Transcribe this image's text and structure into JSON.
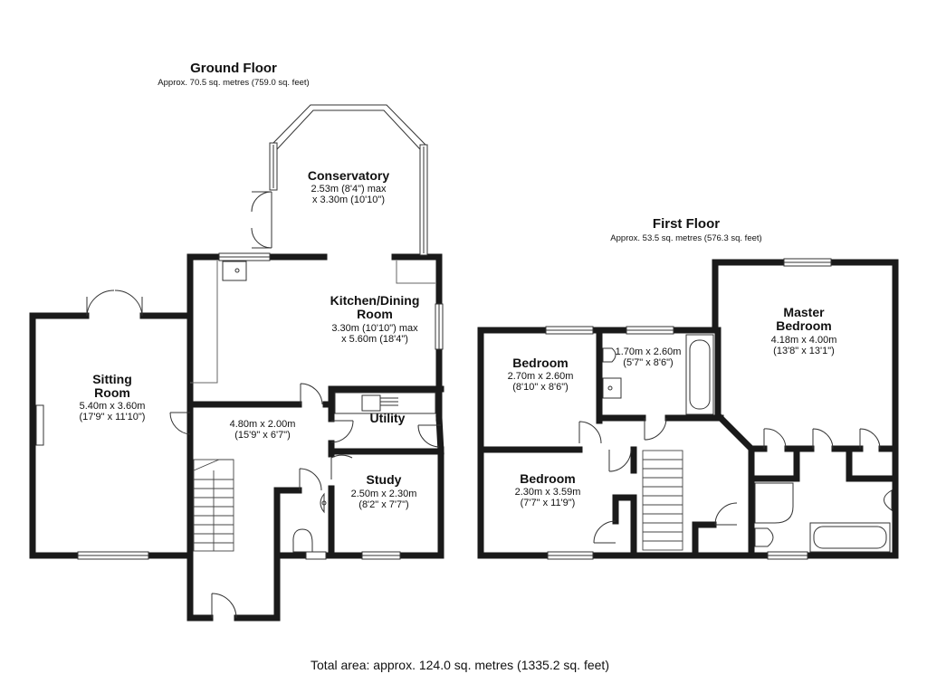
{
  "ground_floor": {
    "title": "Ground Floor",
    "area": "Approx. 70.5 sq. metres (759.0 sq. feet)",
    "rooms": {
      "conservatory": {
        "name": "Conservatory",
        "dims": [
          "2.53m (8'4\") max",
          "x 3.30m (10'10\")"
        ]
      },
      "kitchen": {
        "name": [
          "Kitchen/Dining",
          "Room"
        ],
        "dims": [
          "3.30m (10'10\") max",
          "x 5.60m (18'4\")"
        ]
      },
      "sitting": {
        "name": [
          "Sitting",
          "Room"
        ],
        "dims": [
          "5.40m x 3.60m",
          "(17'9\" x 11'10\")"
        ]
      },
      "hall": {
        "dims": [
          "4.80m x 2.00m",
          "(15'9\" x 6'7\")"
        ]
      },
      "utility": {
        "name": "Utility"
      },
      "study": {
        "name": "Study",
        "dims": [
          "2.50m x 2.30m",
          "(8'2\" x 7'7\")"
        ]
      }
    }
  },
  "first_floor": {
    "title": "First Floor",
    "area": "Approx. 53.5 sq. metres (576.3 sq. feet)",
    "rooms": {
      "bedroom2": {
        "name": "Bedroom",
        "dims": [
          "2.70m x 2.60m",
          "(8'10\" x 8'6\")"
        ]
      },
      "bathroom": {
        "dims": [
          "1.70m x 2.60m",
          "(5'7\" x 8'6\")"
        ]
      },
      "master": {
        "name": [
          "Master",
          "Bedroom"
        ],
        "dims": [
          "4.18m x 4.00m",
          "(13'8\" x 13'1\")"
        ]
      },
      "bedroom3": {
        "name": "Bedroom",
        "dims": [
          "2.30m x 3.59m",
          "(7'7\" x 11'9\")"
        ]
      }
    }
  },
  "total_area": "Total area: approx. 124.0 sq. metres (1335.2 sq. feet)"
}
